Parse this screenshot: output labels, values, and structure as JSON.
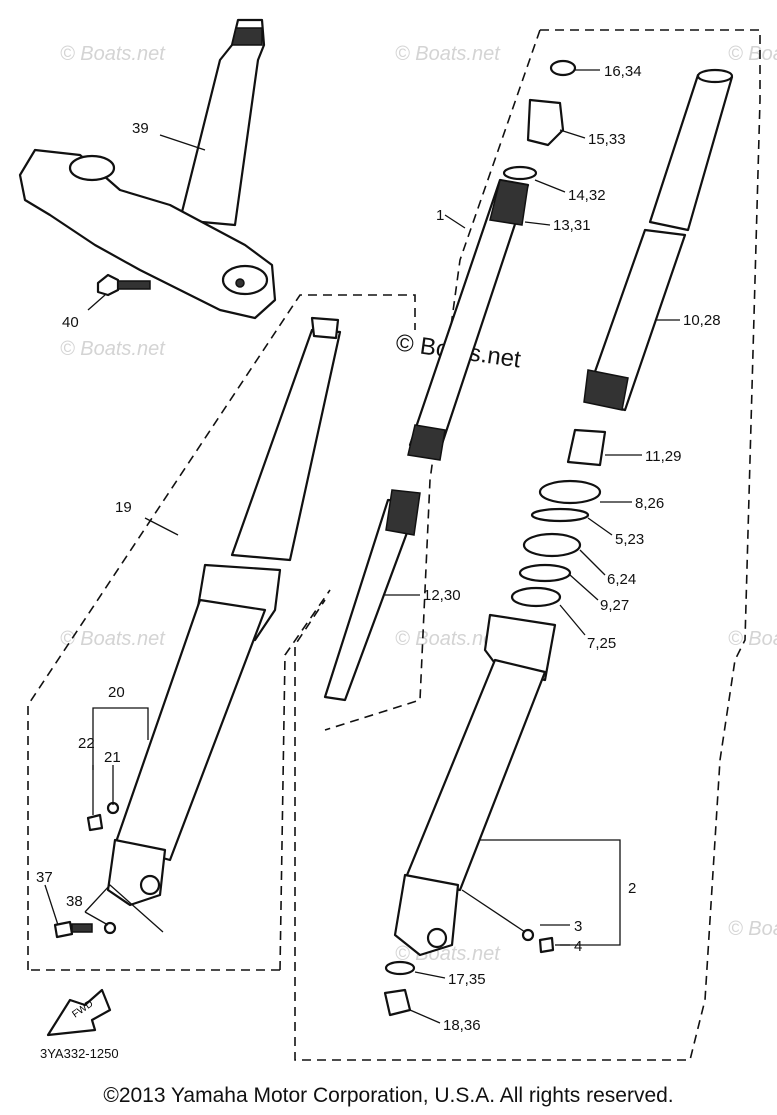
{
  "watermark_text": "© Boats.net",
  "center_watermark_text": "© Boats.net",
  "drawing_code": "3YA332-1250",
  "fwd_label": "FWD",
  "copyright": "©2013 Yamaha Motor Corporation, U.S.A. All rights reserved.",
  "callouts": {
    "c1": "1",
    "c2": "2",
    "c3": "3",
    "c4": "4",
    "c5_23": "5,23",
    "c6_24": "6,24",
    "c7_25": "7,25",
    "c8_26": "8,26",
    "c9_27": "9,27",
    "c10_28": "10,28",
    "c11_29": "11,29",
    "c12_30": "12,30",
    "c13_31": "13,31",
    "c14_32": "14,32",
    "c15_33": "15,33",
    "c16_34": "16,34",
    "c17_35": "17,35",
    "c18_36": "18,36",
    "c19": "19",
    "c20": "20",
    "c21": "21",
    "c22": "22",
    "c37": "37",
    "c38": "38",
    "c39": "39",
    "c40": "40"
  }
}
